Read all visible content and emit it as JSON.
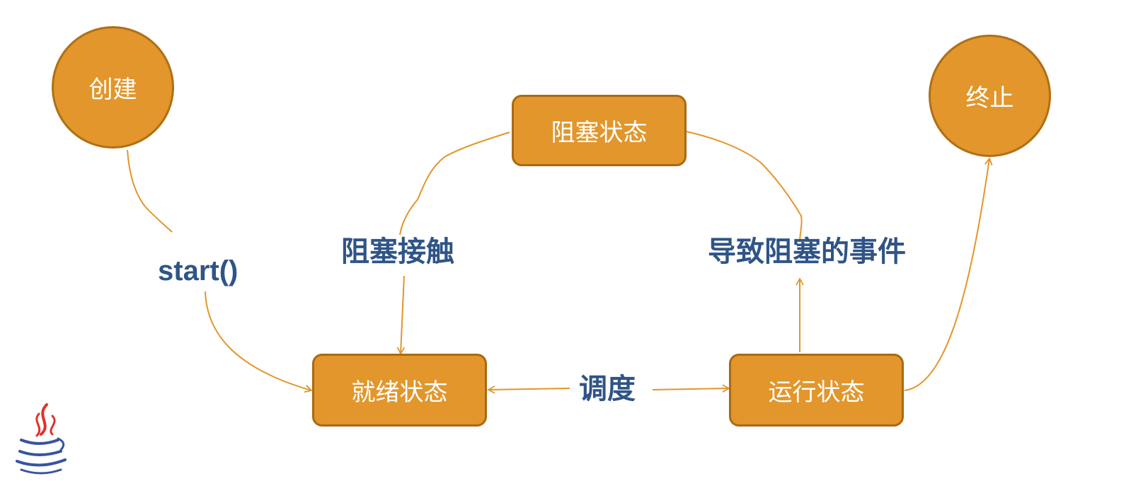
{
  "nodes": {
    "create": "创建",
    "terminate": "终止",
    "blocked": "阻塞状态",
    "ready": "就绪状态",
    "running": "运行状态"
  },
  "edges": {
    "start": "start()",
    "unblock": "阻塞接触",
    "block_event": "导致阻塞的事件",
    "schedule": "调度"
  },
  "colors": {
    "node_fill": "#e2962b",
    "node_border": "#a86a14",
    "line": "#e2962b",
    "label": "#2f5487"
  },
  "icons": [
    "java-logo-icon"
  ]
}
